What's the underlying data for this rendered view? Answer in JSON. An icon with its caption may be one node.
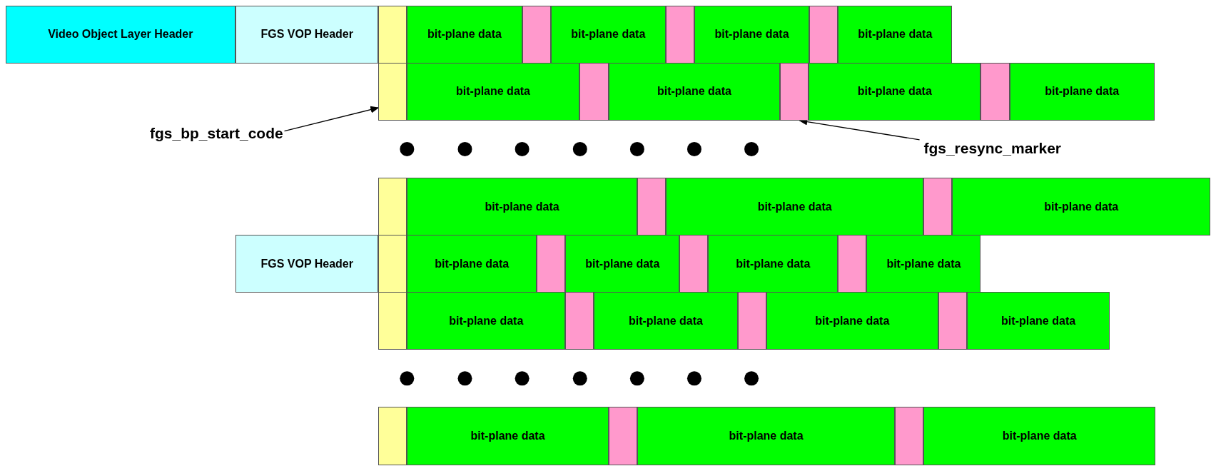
{
  "diagram": {
    "nodes": [
      {
        "text": [
          "Video Object Layer Header"
        ]
      },
      {
        "text": [
          "FGS VOP Header"
        ]
      },
      {
        "text": [],
        "shape": "box"
      },
      {
        "text": [
          "bit-plane data"
        ]
      },
      {
        "text": [],
        "shape": "box"
      },
      {
        "text": [
          "bit-plane data"
        ]
      },
      {
        "text": [],
        "shape": "box"
      },
      {
        "text": [
          "bit-plane data"
        ]
      },
      {
        "text": [],
        "shape": "box"
      },
      {
        "text": [
          "bit-plane data"
        ]
      },
      {
        "text": [],
        "shape": "box"
      },
      {
        "text": [
          "bit-plane data"
        ]
      },
      {
        "text": [],
        "shape": "box"
      },
      {
        "text": [
          "bit-plane data"
        ]
      },
      {
        "text": [],
        "shape": "box"
      },
      {
        "text": [
          "bit-plane data"
        ]
      },
      {
        "text": [],
        "shape": "box"
      },
      {
        "text": [
          "bit-plane data"
        ]
      },
      {
        "text": [
          "fgs_bp_start_code"
        ]
      },
      {
        "text": [
          "fgs_resync_marker"
        ]
      },
      {
        "text": [],
        "shape": "box"
      },
      {
        "text": [
          "bit-plane data"
        ]
      },
      {
        "text": [],
        "shape": "box"
      },
      {
        "text": [
          "bit-plane data"
        ]
      },
      {
        "text": [],
        "shape": "box"
      },
      {
        "text": [
          "bit-plane data"
        ]
      },
      {
        "text": [
          "FGS VOP Header"
        ]
      },
      {
        "text": [],
        "shape": "box"
      },
      {
        "text": [
          "bit-plane data"
        ]
      },
      {
        "text": [],
        "shape": "box"
      },
      {
        "text": [
          "bit-plane data"
        ]
      },
      {
        "text": [],
        "shape": "box"
      },
      {
        "text": [
          "bit-plane data"
        ]
      },
      {
        "text": [],
        "shape": "box"
      },
      {
        "text": [
          "bit-plane data"
        ]
      },
      {
        "text": [],
        "shape": "box"
      },
      {
        "text": [
          "bit-plane data"
        ]
      },
      {
        "text": [],
        "shape": "box"
      },
      {
        "text": [
          "bit-plane data"
        ]
      },
      {
        "text": [],
        "shape": "box"
      },
      {
        "text": [
          "bit-plane data"
        ]
      },
      {
        "text": [],
        "shape": "box"
      },
      {
        "text": [
          "bit-plane data"
        ]
      },
      {
        "text": [],
        "shape": "box"
      },
      {
        "text": [
          "bit-plane data"
        ]
      },
      {
        "text": [],
        "shape": "box"
      },
      {
        "text": [
          "bit-plane data"
        ]
      },
      {
        "text": [],
        "shape": "box"
      },
      {
        "text": [
          "bit-plane data"
        ]
      }
    ],
    "edges": [
      {
        "from": 18,
        "to": 10,
        "arrow": "to"
      },
      {
        "from": 19,
        "to": 14,
        "arrow": "to"
      }
    ]
  }
}
